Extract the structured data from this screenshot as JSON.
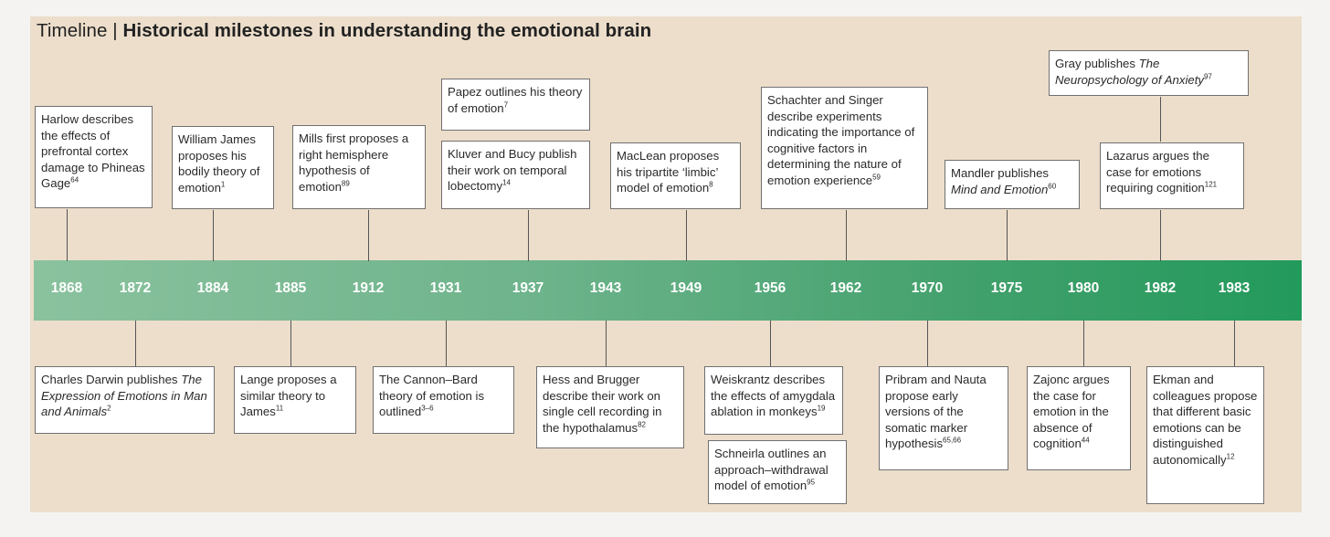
{
  "title": {
    "prefix": "Timeline | ",
    "main": "Historical milestones in understanding the emotional brain"
  },
  "years": [
    "1868",
    "1872",
    "1884",
    "1885",
    "1912",
    "1931",
    "1937",
    "1943",
    "1949",
    "1956",
    "1962",
    "1970",
    "1975",
    "1980",
    "1982",
    "1983"
  ],
  "colors": {
    "background": "#ecdecb",
    "band_start": "#8ac29e",
    "band_end": "#229a5b",
    "box_border": "#707070"
  },
  "events": [
    {
      "id": "harlow",
      "year": "1868",
      "position": "above",
      "segments": [
        {
          "t": "Harlow describes the effects of prefrontal cortex damage to Phineas Gage"
        },
        {
          "t": "64",
          "sup": true
        }
      ]
    },
    {
      "id": "james",
      "year": "1884",
      "position": "above",
      "segments": [
        {
          "t": "William James proposes his bodily theory of emotion"
        },
        {
          "t": "1",
          "sup": true
        }
      ]
    },
    {
      "id": "mills",
      "year": "1912",
      "position": "above",
      "segments": [
        {
          "t": "Mills first proposes a right hemisphere hypothesis of emotion"
        },
        {
          "t": "89",
          "sup": true
        }
      ]
    },
    {
      "id": "papez",
      "year": "1937",
      "position": "above",
      "segments": [
        {
          "t": "Papez outlines his theory of emotion"
        },
        {
          "t": "7",
          "sup": true
        }
      ]
    },
    {
      "id": "kluver",
      "year": "1937",
      "position": "above",
      "segments": [
        {
          "t": "Kluver and Bucy publish their work on temporal lobectomy"
        },
        {
          "t": "14",
          "sup": true
        }
      ]
    },
    {
      "id": "maclean",
      "year": "1949",
      "position": "above",
      "segments": [
        {
          "t": "MacLean proposes his tripartite ‘limbic’ model of emotion"
        },
        {
          "t": "8",
          "sup": true
        }
      ]
    },
    {
      "id": "schachter",
      "year": "1962",
      "position": "above",
      "segments": [
        {
          "t": "Schachter and Singer describe experiments indicating the importance of cognitive factors in determining the nature of emotion experience"
        },
        {
          "t": "59",
          "sup": true
        }
      ]
    },
    {
      "id": "mandler",
      "year": "1975",
      "position": "above",
      "segments": [
        {
          "t": "Mandler publishes "
        },
        {
          "t": "Mind and Emotion",
          "em": true
        },
        {
          "t": "60",
          "sup": true
        }
      ]
    },
    {
      "id": "gray",
      "year": "1982",
      "position": "above",
      "segments": [
        {
          "t": "Gray publishes "
        },
        {
          "t": "The Neuropsychology of Anxiety",
          "em": true
        },
        {
          "t": "97",
          "sup": true
        }
      ]
    },
    {
      "id": "lazarus",
      "year": "1982",
      "position": "above",
      "segments": [
        {
          "t": "Lazarus argues the case for emotions requiring cognition"
        },
        {
          "t": "121",
          "sup": true
        }
      ]
    },
    {
      "id": "darwin",
      "year": "1872",
      "position": "below",
      "segments": [
        {
          "t": "Charles Darwin publishes "
        },
        {
          "t": "The Expression of Emotions in Man and Animals",
          "em": true
        },
        {
          "t": "2",
          "sup": true
        }
      ]
    },
    {
      "id": "lange",
      "year": "1885",
      "position": "below",
      "segments": [
        {
          "t": "Lange proposes a similar theory to James"
        },
        {
          "t": "11",
          "sup": true
        }
      ]
    },
    {
      "id": "cannon",
      "year": "1931",
      "position": "below",
      "segments": [
        {
          "t": "The Cannon–Bard theory of emotion is outlined"
        },
        {
          "t": "3–6",
          "sup": true
        }
      ]
    },
    {
      "id": "hess",
      "year": "1943",
      "position": "below",
      "segments": [
        {
          "t": "Hess and Brugger describe their work on single cell recording in the hypothalamus"
        },
        {
          "t": "82",
          "sup": true
        }
      ]
    },
    {
      "id": "weiskrantz",
      "year": "1956",
      "position": "below",
      "segments": [
        {
          "t": "Weiskrantz describes the effects of amygdala ablation in monkeys"
        },
        {
          "t": "19",
          "sup": true
        }
      ]
    },
    {
      "id": "schneirla",
      "year": "1956",
      "position": "below",
      "segments": [
        {
          "t": "Schneirla outlines an approach–withdrawal model of emotion"
        },
        {
          "t": "95",
          "sup": true
        }
      ]
    },
    {
      "id": "pribram",
      "year": "1970",
      "position": "below",
      "segments": [
        {
          "t": "Pribram and Nauta propose early versions of the somatic marker hypothesis"
        },
        {
          "t": "65,66",
          "sup": true
        }
      ]
    },
    {
      "id": "zajonc",
      "year": "1980",
      "position": "below",
      "segments": [
        {
          "t": "Zajonc argues the case for emotion in the absence of cognition"
        },
        {
          "t": "44",
          "sup": true
        }
      ]
    },
    {
      "id": "ekman",
      "year": "1983",
      "position": "below",
      "segments": [
        {
          "t": "Ekman and colleagues propose that different basic emotions can be distinguished autonomically"
        },
        {
          "t": "12",
          "sup": true
        }
      ]
    }
  ]
}
